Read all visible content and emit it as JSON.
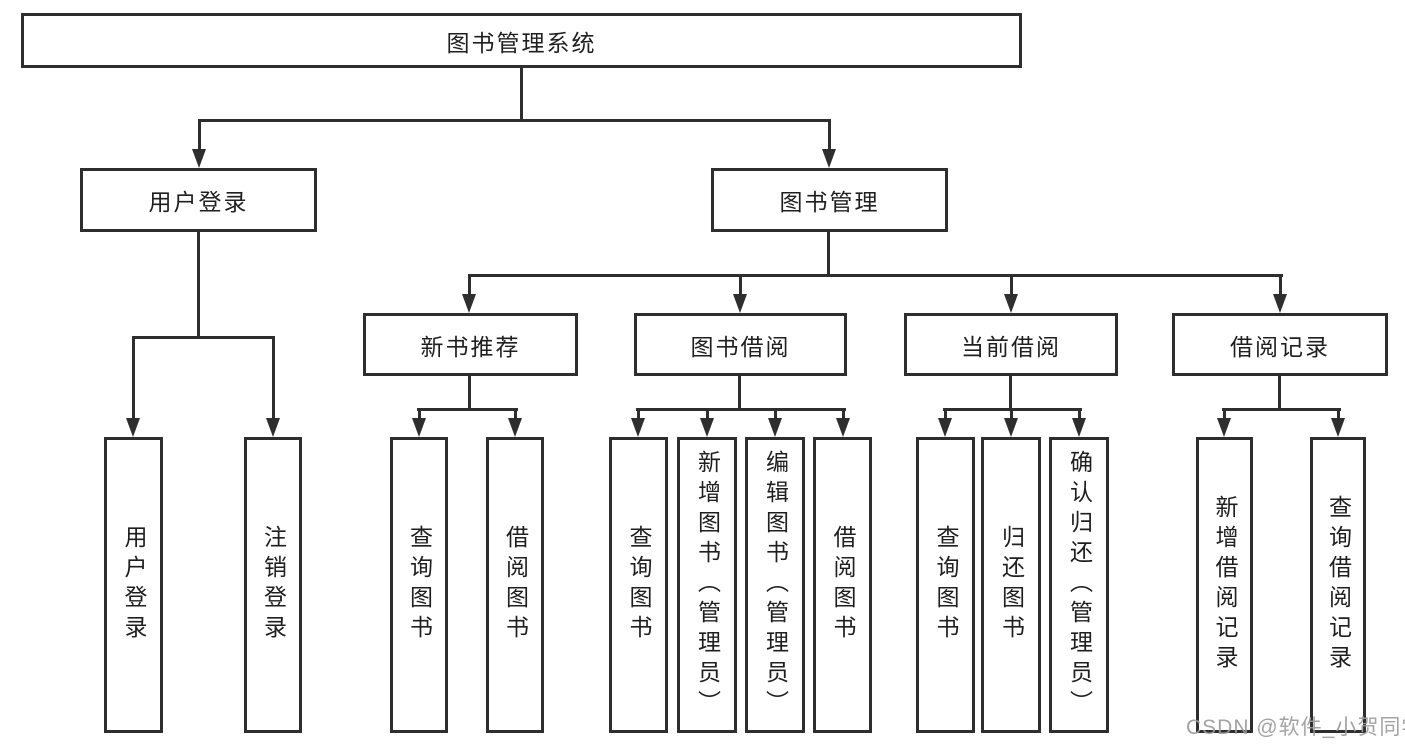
{
  "colors": {
    "line": "#2e2e2e",
    "text": "#1f1f1f",
    "background": "#ffffff",
    "watermark_gray": "#9b9b9b"
  },
  "diagram": {
    "root": "图书管理系统",
    "branches": {
      "user_login": {
        "label": "用户登录",
        "children": [
          "用户登录",
          "注销登录"
        ]
      },
      "book_management": {
        "label": "图书管理",
        "sections": {
          "new_book": {
            "label": "新书推荐",
            "children": [
              "查询图书",
              "借阅图书"
            ]
          },
          "book_borrow": {
            "label": "图书借阅",
            "children": [
              "查询图书",
              "新增图书（管理员）",
              "编辑图书（管理员）",
              "借阅图书"
            ]
          },
          "current_borrow": {
            "label": "当前借阅",
            "children": [
              "查询图书",
              "归还图书",
              "确认归还（管理员）"
            ]
          },
          "borrow_record": {
            "label": "借阅记录",
            "children": [
              "新增借阅记录",
              "查询借阅记录"
            ]
          }
        }
      }
    }
  },
  "watermark": "CSDN @软件_小贺同学"
}
